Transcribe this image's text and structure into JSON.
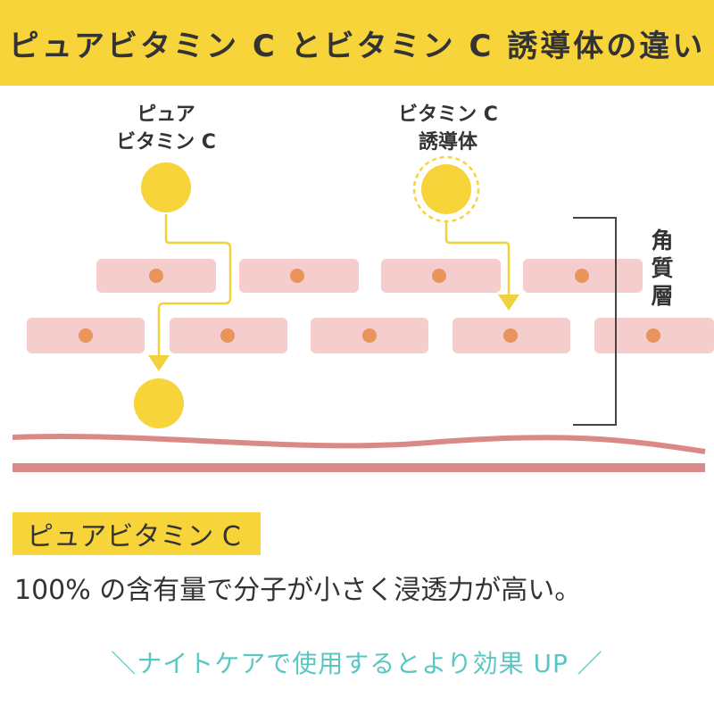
{
  "title": "ピュアビタミン C とビタミン C 誘導体の違い",
  "diagram": {
    "pure_label_line1": "ピュア",
    "pure_label_line2": "ビタミン C",
    "deriv_label_line1": "ビタミン C",
    "deriv_label_line2": "誘導体",
    "layer_label": [
      "角",
      "質",
      "層"
    ]
  },
  "section": {
    "heading": "ピュアビタミン C",
    "description": "100% の含有量で分子が小さく浸透力が高い。"
  },
  "slogan": "＼ナイトケアで使用するとより効果 UP ／",
  "colors": {
    "yellow": "#f6d43a",
    "cell": "#f4cdcc",
    "nucleus": "#e8945a",
    "membrane": "#d98a86",
    "arrow": "#f2d23c",
    "accent_teal": "#58c7c4"
  }
}
